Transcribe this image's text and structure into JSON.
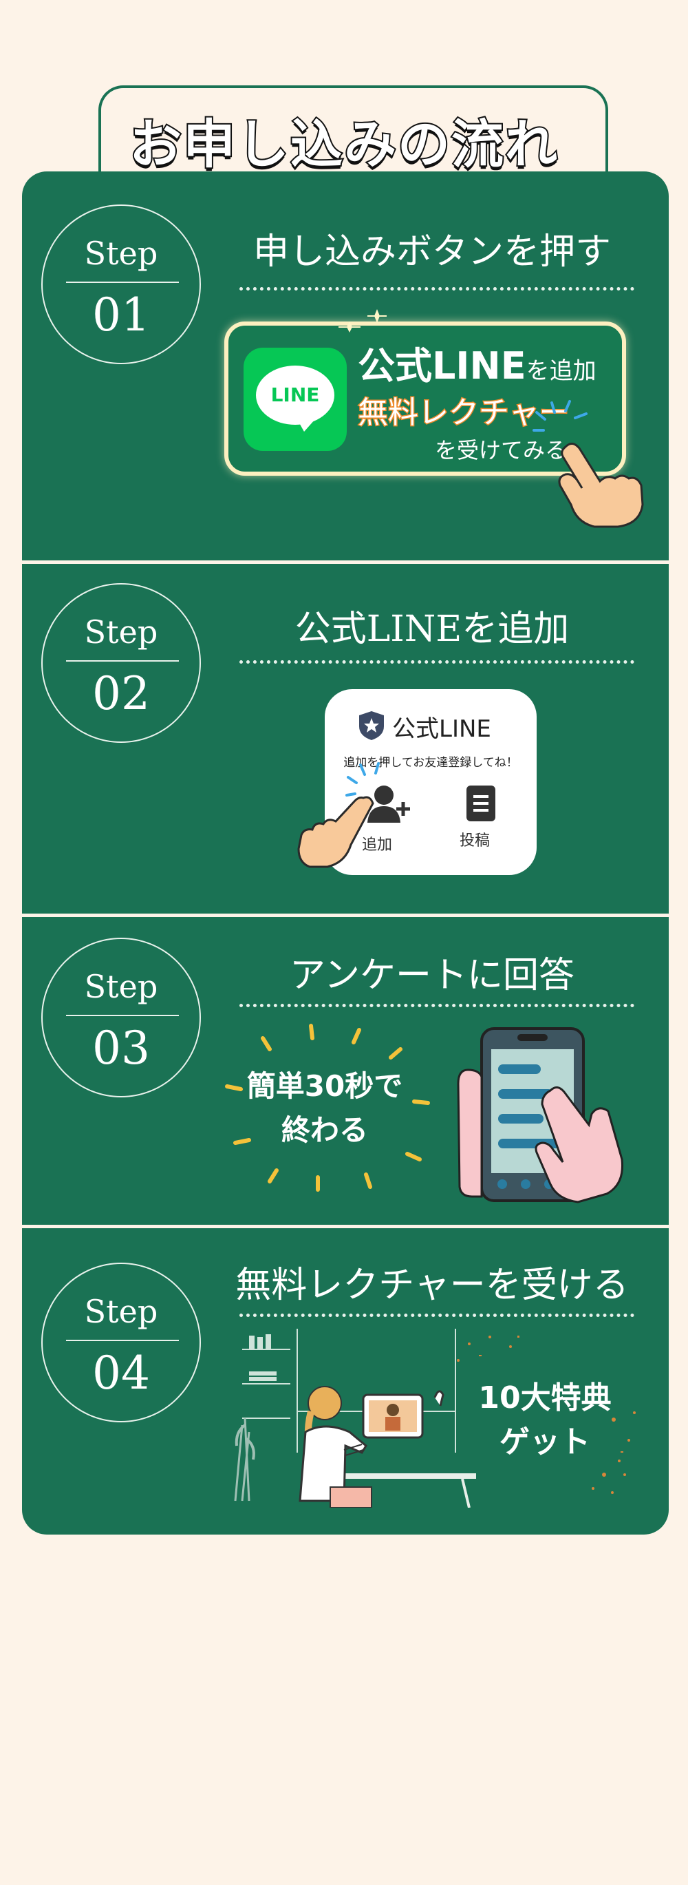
{
  "page": {
    "title": "お申し込みの流れ"
  },
  "colors": {
    "background": "#fdf3e8",
    "panel_green": "#1a7254",
    "line_green": "#06c755",
    "accent_orange": "#f08a2a",
    "burst_yellow": "#f5c23a"
  },
  "steps": [
    {
      "step_word": "Step",
      "number": "01",
      "heading": "申し込みボタンを押す",
      "banner": {
        "logo_text": "LINE",
        "main_text": "公式LINE",
        "main_suffix": "を追加",
        "orange_text": "無料レクチャー",
        "sub_text": "を受けてみる",
        "icons": [
          "line-logo-icon",
          "sparkle-icon",
          "pointing-hand-icon"
        ]
      }
    },
    {
      "step_word": "Step",
      "number": "02",
      "heading": "公式LINEを追加",
      "card": {
        "title": "公式LINE",
        "description": "追加を押してお友達登録してね！",
        "add_label": "追加",
        "post_label": "投稿",
        "icons": [
          "shield-star-icon",
          "add-friend-icon",
          "post-icon",
          "pointing-hand-icon"
        ]
      }
    },
    {
      "step_word": "Step",
      "number": "03",
      "heading": "アンケートに回答",
      "burst_line1": "簡単30秒で",
      "burst_line2": "終わる",
      "icons": [
        "smartphone-tap-icon"
      ]
    },
    {
      "step_word": "Step",
      "number": "04",
      "heading": "無料レクチャーを受ける",
      "bonus_line1": "10大特典",
      "bonus_line2": "ゲット",
      "icons": [
        "online-lecture-illustration"
      ]
    }
  ]
}
